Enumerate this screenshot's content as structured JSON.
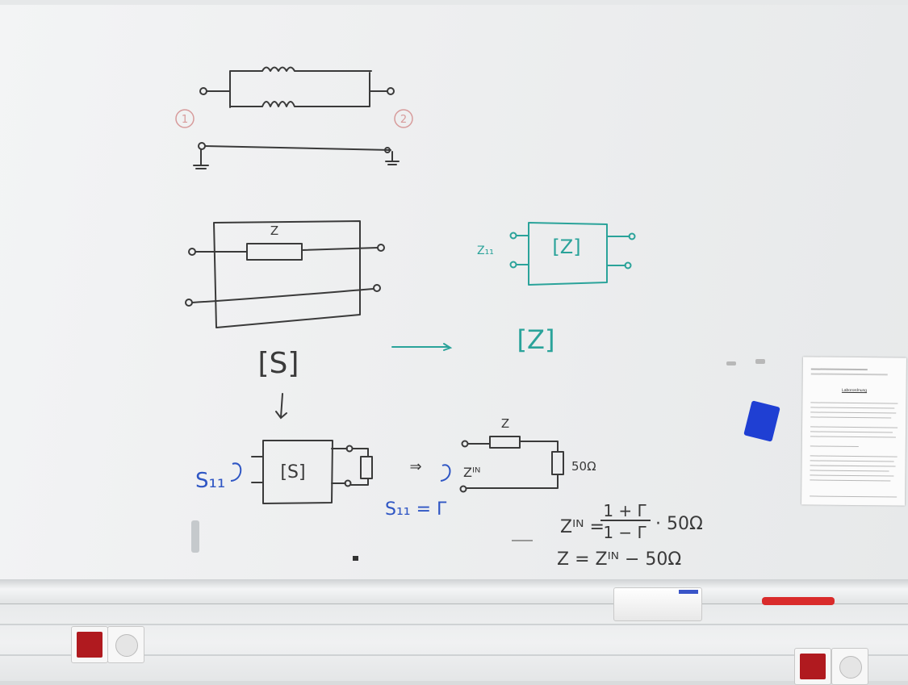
{
  "board": {
    "port_labels": {
      "port1": "1",
      "port2": "2"
    },
    "impedance_label": "Z",
    "s_matrix": "[S]",
    "z_matrix_box": "[Z]",
    "z_matrix": "[Z]",
    "z_in_label": "Z₁₁",
    "s11_label": "S₁₁",
    "s_box": "[S]",
    "implies": "⇒",
    "s11_eq": "S₁₁ = Γ",
    "load_label": "50Ω",
    "zin_label": "Zᴵᴺ",
    "eq1_lhs": "Zᴵᴺ =",
    "eq1_num": "1 + Γ",
    "eq1_den": "1 − Γ",
    "eq1_tail": "· 50Ω",
    "eq2": "Z = Zᴵᴺ − 50Ω"
  },
  "document": {
    "title": "Laborordnung"
  },
  "colors": {
    "black_ink": "#3a3a3a",
    "teal_ink": "#2aa39a",
    "blue_ink": "#2f56c4",
    "red_ink": "#d79b9b",
    "magnet": "#1f3fd3"
  }
}
